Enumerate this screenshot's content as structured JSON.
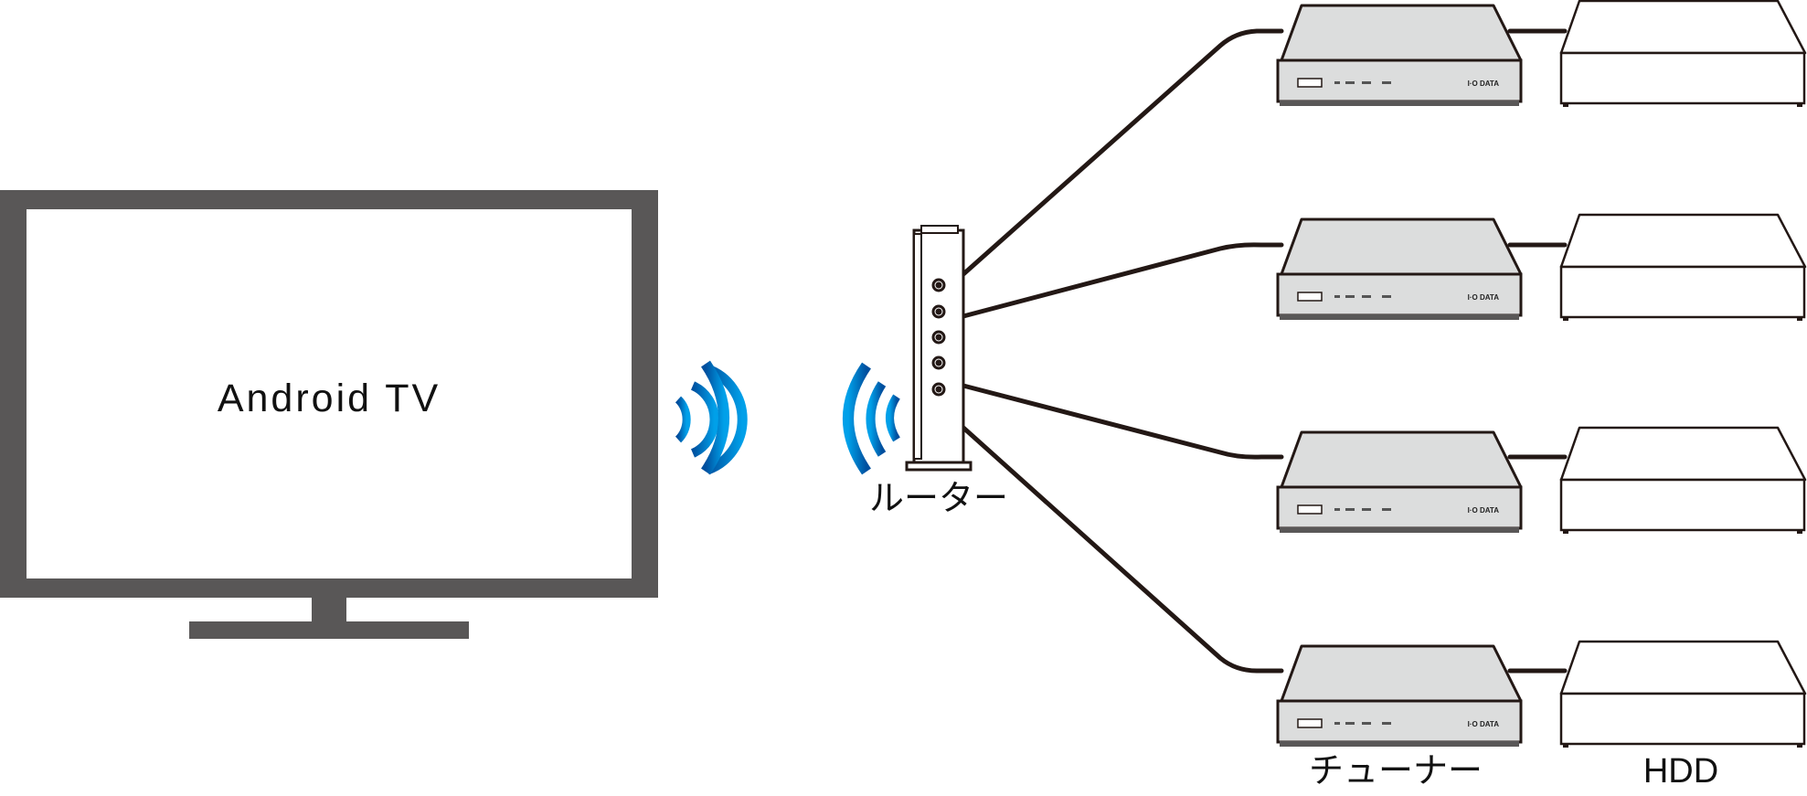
{
  "tv": {
    "label": "Android TV"
  },
  "router": {
    "label": "ルーター"
  },
  "labels": {
    "tuner": "チューナー",
    "hdd": "HDD"
  },
  "tuner_brand": "I·O DATA",
  "tuner_count": 4,
  "colors": {
    "tv_frame": "#595757",
    "cable": "#231815",
    "tuner_body": "#dcdddd",
    "wifi_blue": "#0068b7"
  }
}
